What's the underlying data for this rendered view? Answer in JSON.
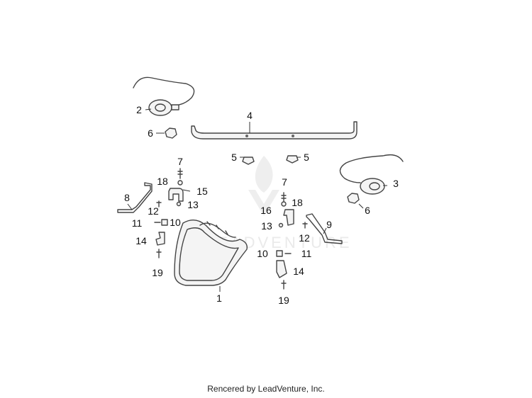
{
  "credit": "Rencered by LeadVenture, Inc.",
  "watermark": {
    "text": "LEADVENTURE",
    "color": "#eaeaea"
  },
  "line_color": "#444444",
  "callouts": [
    "1",
    "2",
    "3",
    "4",
    "5",
    "5",
    "6",
    "6",
    "7",
    "7",
    "8",
    "9",
    "10",
    "10",
    "11",
    "11",
    "12",
    "12",
    "13",
    "13",
    "14",
    "14",
    "16",
    "18",
    "18",
    "15",
    "19",
    "19"
  ]
}
